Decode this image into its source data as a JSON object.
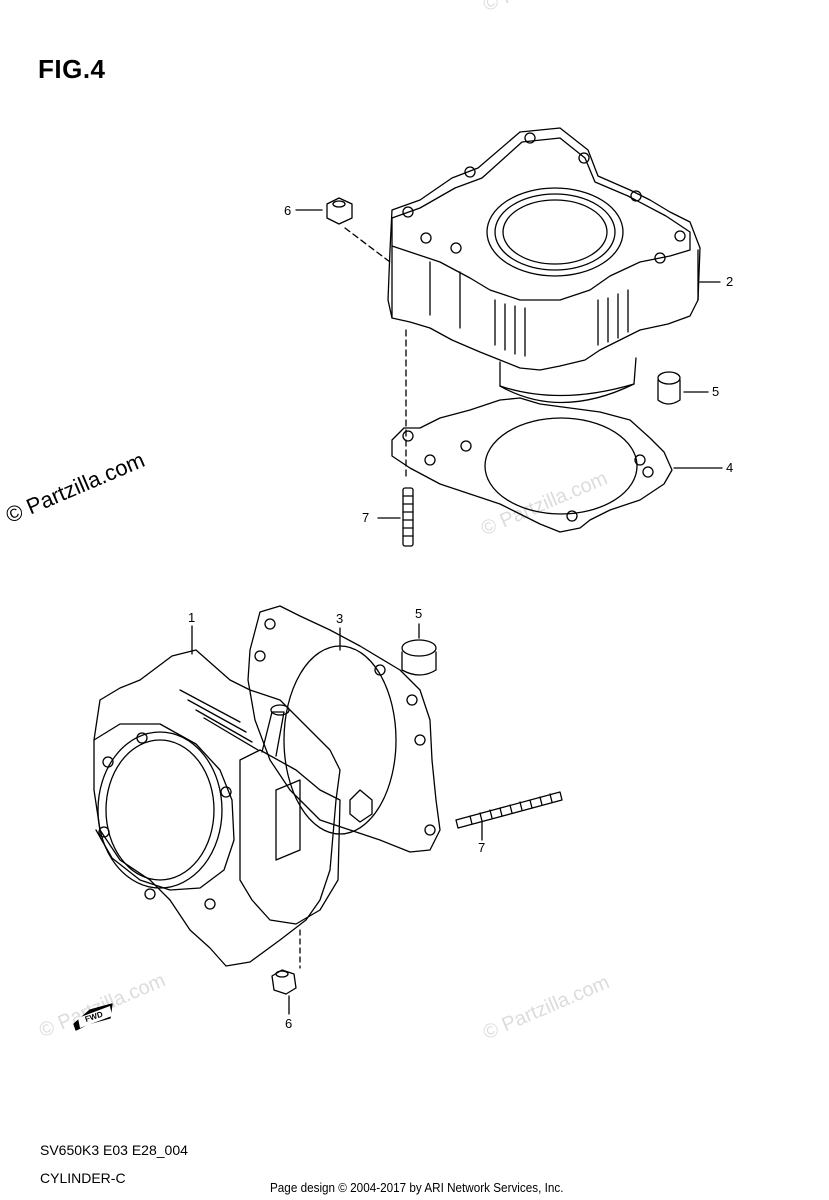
{
  "figure": {
    "title": "FIG.4"
  },
  "callouts": {
    "top": {
      "item6": "6",
      "item2": "2",
      "item5": "5",
      "item4": "4",
      "item7": "7"
    },
    "bottom": {
      "item1": "1",
      "item3": "3",
      "item5": "5",
      "item7": "7",
      "item6": "6"
    }
  },
  "fwd_badge": "FWD",
  "side_watermark": "© Partzilla.com",
  "watermarks": [
    "© Partzilla.com",
    "© Partzilla.com",
    "© Partzilla.com",
    "© Partzilla.com"
  ],
  "footer": {
    "model_code": "SV650K3 E03 E28_004",
    "subtitle": "CYLINDER-C",
    "credit": "Page design © 2004-2017 by ARI Network Services, Inc."
  }
}
